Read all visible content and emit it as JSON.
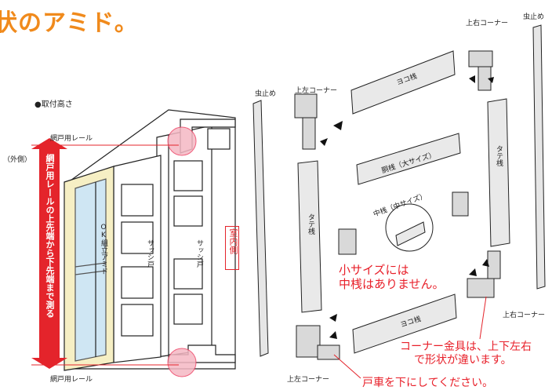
{
  "title": "状のアミド。",
  "left_panel": {
    "heading": "●取付高さ",
    "rail_top": "網戸用レール",
    "rail_bottom": "網戸用レール",
    "outside": "（外側）",
    "measure_note": "網戸用レールの上先端から下先端まで測る",
    "room_side": "室内側",
    "sash_door_1": "サッシ戸",
    "sash_door_2": "サッシ戸",
    "ok_screen": "OK組立アミド"
  },
  "right_panel": {
    "mushidome_left": "虫止め",
    "mushidome_right": "虫止め",
    "upper_left_corner": "上左コーナー",
    "upper_right_corner": "上右コーナー",
    "lower_left_corner": "上左コーナー",
    "lower_right_corner": "上右コーナー",
    "yoko_top": "ヨコ桟",
    "yoko_bottom": "ヨコ桟",
    "dou": "胴桟（大サイズ）",
    "naka": "中桟（中サイズ）",
    "tate_left": "タテ桟",
    "tate_right": "タテ桟",
    "note_small": [
      "小サイズには",
      "中桟はありません。"
    ],
    "note_corner": [
      "コーナー金具は、上下左右",
      "で形状が違います。"
    ],
    "note_wheel": "戸車を下にしてください。"
  },
  "colors": {
    "accent_orange": "#f08a1c",
    "red": "#e4242b",
    "pink": "#f5b8c4",
    "frame_cream": "#f6efc4"
  }
}
